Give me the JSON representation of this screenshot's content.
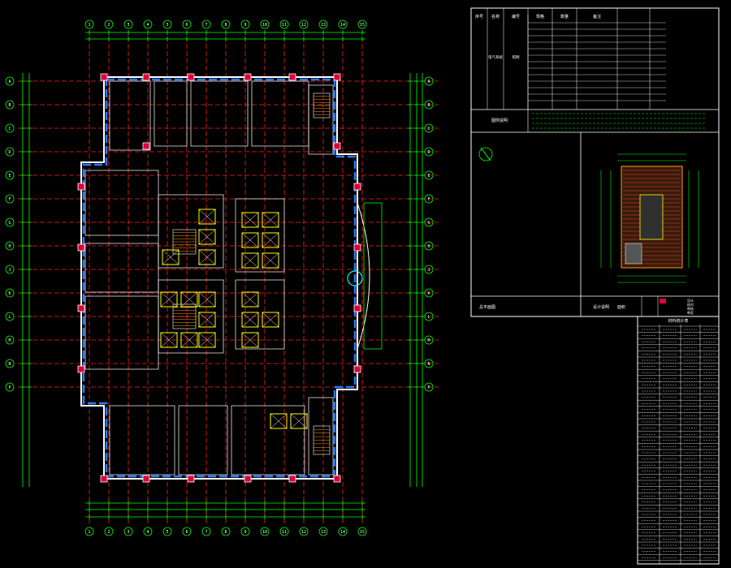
{
  "drawing": {
    "grid_numbers": [
      "1",
      "2",
      "3",
      "4",
      "5",
      "6",
      "7",
      "8",
      "9",
      "10",
      "11",
      "12",
      "13",
      "14",
      "15"
    ],
    "grid_letters": [
      "A",
      "B",
      "C",
      "D",
      "E",
      "F",
      "G",
      "H",
      "J",
      "K",
      "L",
      "M",
      "N",
      "P"
    ],
    "table_header": [
      "序号",
      "名称",
      "编号",
      "规格",
      "数量",
      "备注",
      "",
      ""
    ],
    "table_group_label": "电气系统",
    "table_sublabel": "照明",
    "legend_title": "图例说明",
    "label_key_plan": "总平面图",
    "label_sheet": "设计说明",
    "label_area": "面积",
    "bottom_table_title": "材料统计表",
    "title_block_items": [
      "设计",
      "校对",
      "审核",
      "审定"
    ]
  },
  "colors": {
    "background": "#000000",
    "axis": "#ff2020",
    "dimension": "#00ff00",
    "wall": "#ffffff",
    "accent_blue": "#2a7bff",
    "yellow": "#ffff00",
    "cyan": "#00ffff",
    "orange": "#ff9a1a"
  }
}
